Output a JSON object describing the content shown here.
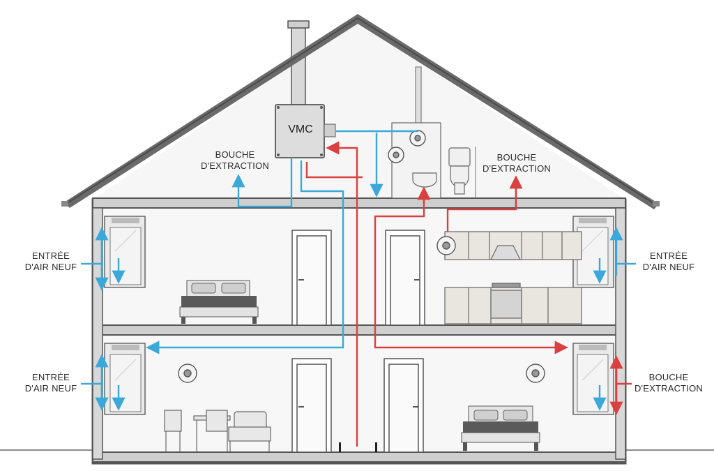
{
  "unit_label": "VMC",
  "labels": {
    "extraction_attic_left": [
      "BOUCHE",
      "D'EXTRACTION"
    ],
    "extraction_attic_right": [
      "BOUCHE",
      "D'EXTRACTION"
    ],
    "fresh_air_upper_left": [
      "ENTRÉE",
      "D'AIR NEUF"
    ],
    "fresh_air_upper_right": [
      "ENTRÉE",
      "D'AIR NEUF"
    ],
    "fresh_air_lower_left": [
      "ENTRÉE",
      "D'AIR NEUF"
    ],
    "extraction_lower_right": [
      "BOUCHE",
      "D'EXTRACTION"
    ]
  },
  "colors": {
    "fresh_air": "#3aa8d8",
    "extract_air": "#d94040",
    "structure": "#555555",
    "roof": "#6a6a6a",
    "wall_fill": "#f2f2f2"
  }
}
